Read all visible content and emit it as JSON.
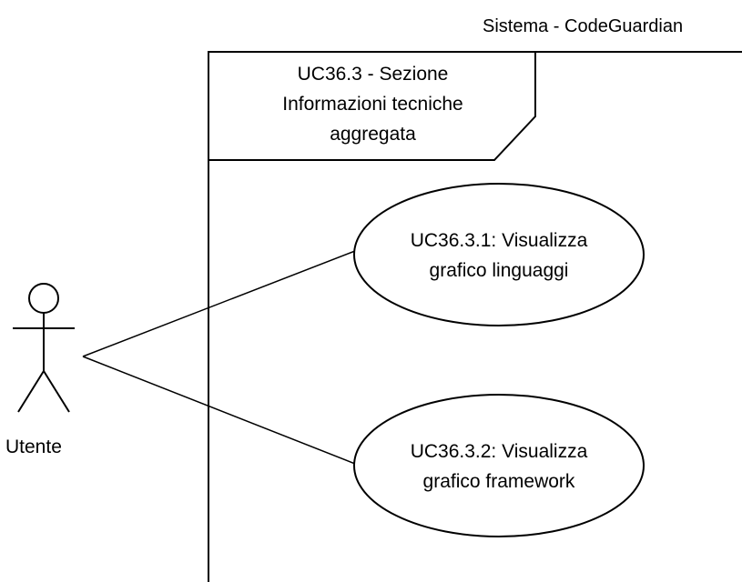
{
  "system": {
    "title": "Sistema - CodeGuardian"
  },
  "frame": {
    "tab_lines": [
      "UC36.3 - Sezione",
      "Informazioni tecniche",
      "aggregata"
    ]
  },
  "actor": {
    "label": "Utente",
    "icon": "stick-figure-actor"
  },
  "use_cases": [
    {
      "lines": [
        "UC36.3.1: Visualizza",
        "grafico linguaggi"
      ]
    },
    {
      "lines": [
        "UC36.3.2: Visualizza",
        "grafico framework"
      ]
    }
  ],
  "colors": {
    "stroke": "#000000",
    "background": "#ffffff"
  }
}
